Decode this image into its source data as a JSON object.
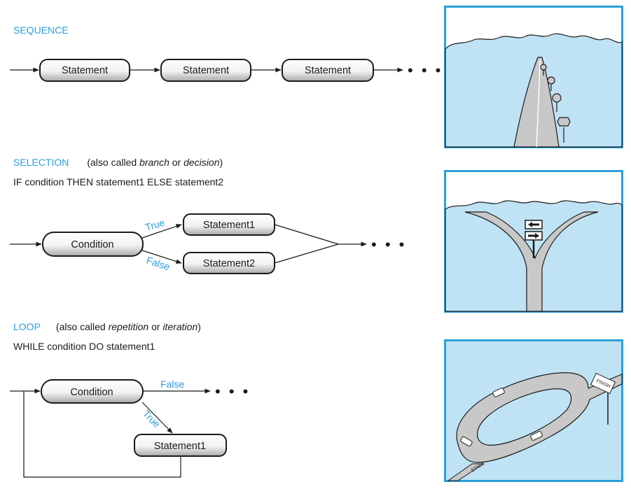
{
  "sequence": {
    "header": "SEQUENCE",
    "nodes": [
      "Statement",
      "Statement",
      "Statement"
    ],
    "continuation": "• • •"
  },
  "selection": {
    "header": "SELECTION",
    "note_prefix": "(also called ",
    "note_term1": "branch",
    "note_mid": " or ",
    "note_term2": "decision",
    "note_suffix": ")",
    "syntax": "IF condition THEN statement1 ELSE statement2",
    "condition": "Condition",
    "true_label": "True",
    "false_label": "False",
    "stmt1": "Statement1",
    "stmt2": "Statement2",
    "continuation": "• • •"
  },
  "loop": {
    "header": "LOOP",
    "note_prefix": "(also called ",
    "note_term1": "repetition",
    "note_mid": " or ",
    "note_term2": "iteration",
    "note_suffix": ")",
    "syntax": "WHILE condition DO statement1",
    "condition": "Condition",
    "false_label": "False",
    "true_label": "True",
    "stmt1": "Statement1",
    "continuation": "• • •"
  },
  "illustrations": {
    "finish_sign": "FINISH",
    "start_label": "START"
  },
  "colors": {
    "accent": "#2b9fd6",
    "sky": "#bfe3f4",
    "road": "#c8c8c8"
  }
}
